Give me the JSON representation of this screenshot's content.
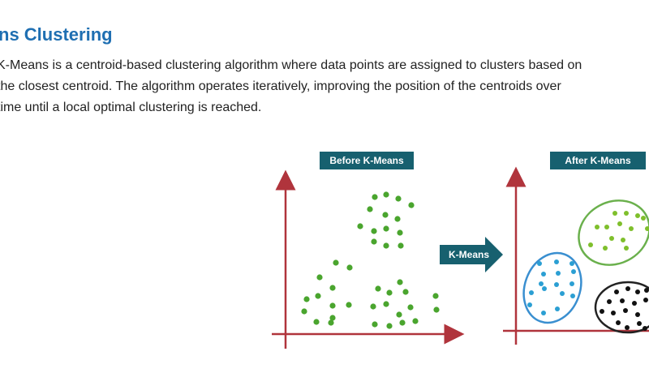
{
  "section": {
    "title": "ns Clustering",
    "paragraph_lines": [
      "K-Means is a centroid-based clustering algorithm where data points are assigned to clusters based on",
      "the closest centroid. The algorithm operates iteratively, improving the position of the centroids over",
      "time until a local optimal clustering is reached."
    ]
  },
  "figure": {
    "before_label": "Before K-Means",
    "after_label": "After K-Means",
    "arrow_label": "K-Means",
    "colors": {
      "label_bg": "#17606f",
      "axis": "#b0343c",
      "unclustered_points": "#4aa52e",
      "cluster_green": "#7fbf2c",
      "cluster_blue": "#2b9fd3",
      "cluster_black": "#111111",
      "ellipse_green": "#6ab04c",
      "ellipse_blue": "#3a8fd0",
      "ellipse_black": "#222222"
    }
  }
}
